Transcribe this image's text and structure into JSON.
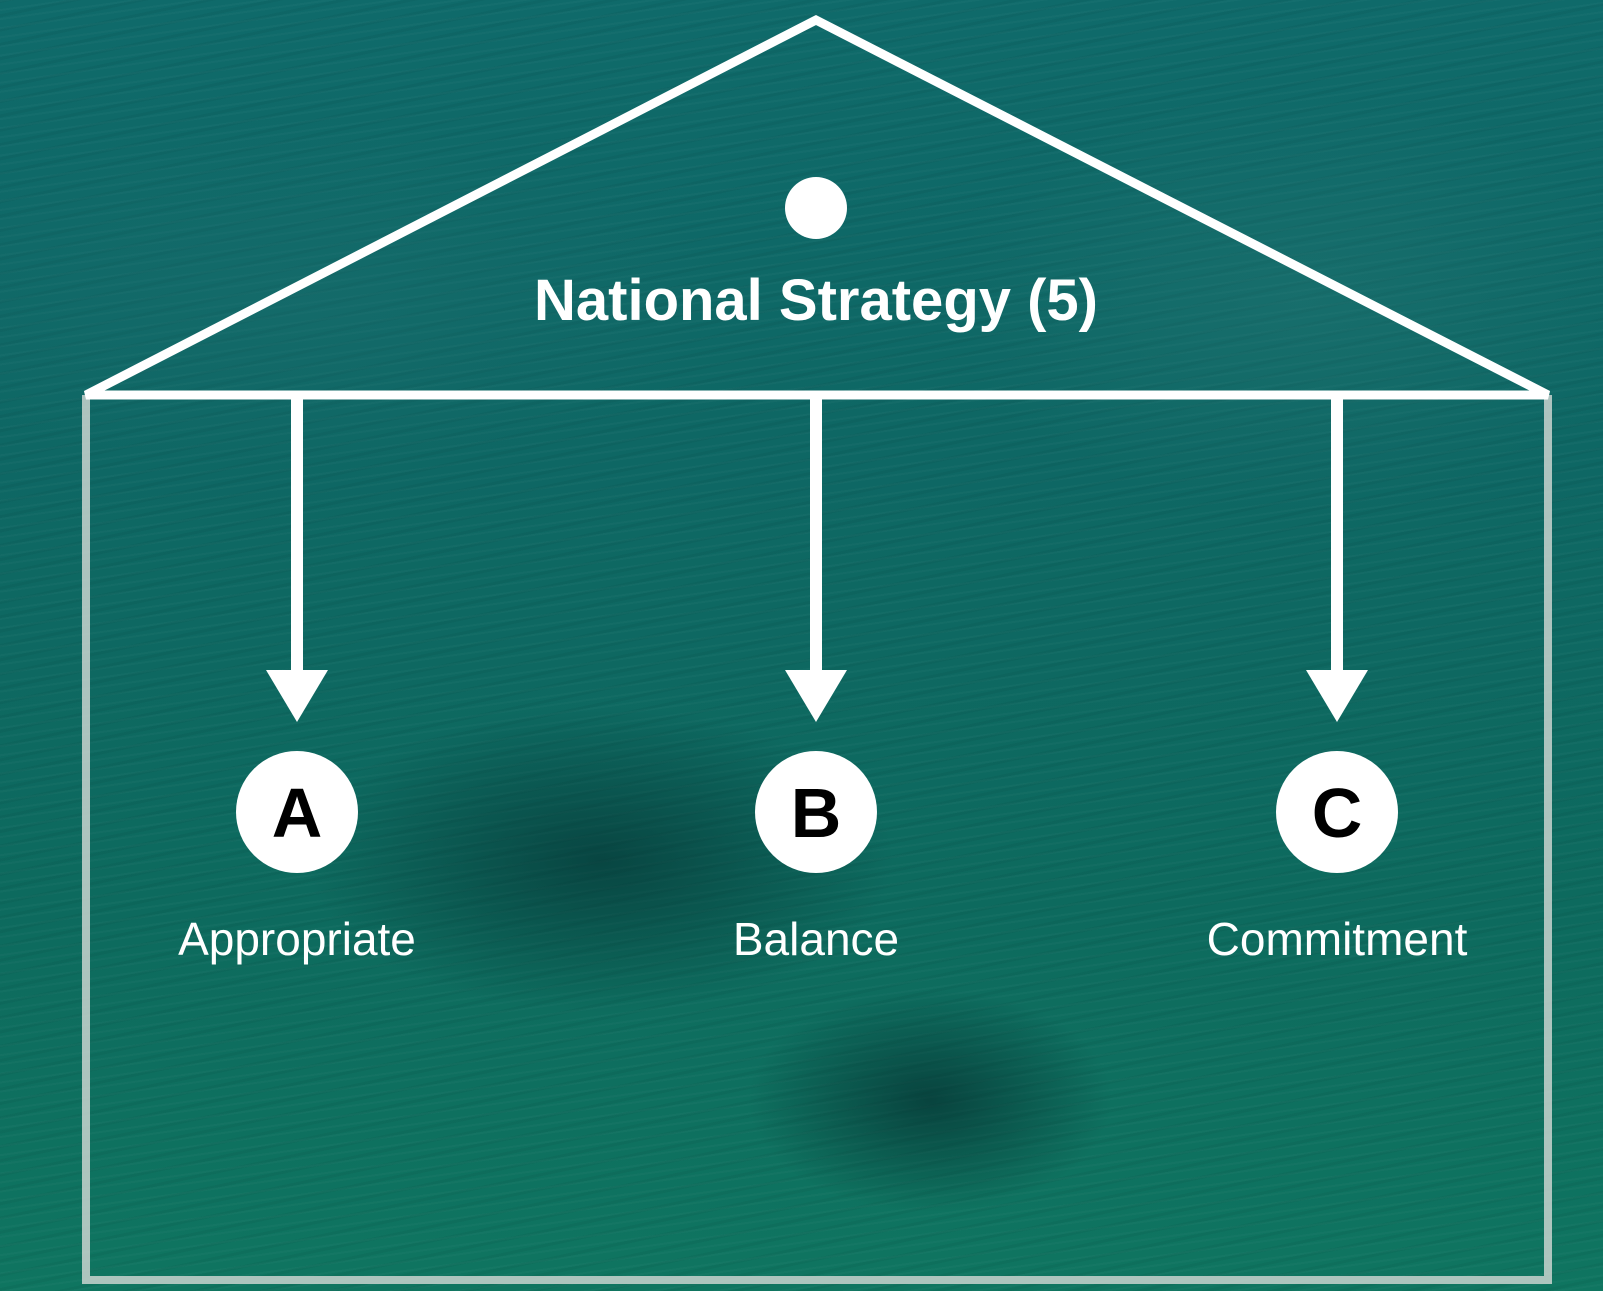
{
  "diagram": {
    "title": "National Strategy (5)",
    "items": [
      {
        "letter": "A",
        "label": "Appropriate"
      },
      {
        "letter": "B",
        "label": "Balance"
      },
      {
        "letter": "C",
        "label": "Commitment"
      }
    ]
  },
  "colors": {
    "lines": "#ffffff",
    "frame": "#c9d3cf",
    "circle_fill": "#ffffff",
    "letter": "#000000",
    "background": "#0e6764"
  }
}
